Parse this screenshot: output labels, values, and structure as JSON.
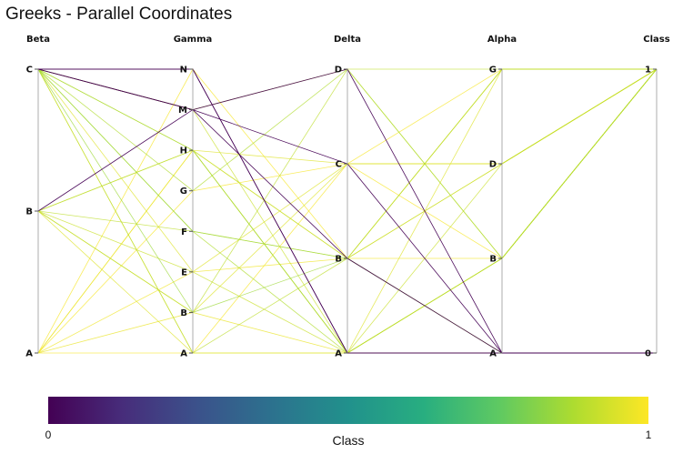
{
  "chart_data": {
    "type": "parallel_coordinates",
    "title": "Greeks - Parallel Coordinates",
    "color_by": "Class",
    "colorbar": {
      "title": "Class",
      "min": 0,
      "max": 1,
      "tick_labels": [
        "0",
        "1"
      ],
      "colormap": "viridis"
    },
    "dimensions": [
      {
        "name": "Beta",
        "categories": [
          "A",
          "B",
          "C"
        ]
      },
      {
        "name": "Gamma",
        "categories": [
          "A",
          "B",
          "E",
          "F",
          "G",
          "H",
          "M",
          "N"
        ]
      },
      {
        "name": "Delta",
        "categories": [
          "A",
          "B",
          "C",
          "D"
        ]
      },
      {
        "name": "Alpha",
        "categories": [
          "A",
          "B",
          "D",
          "G"
        ]
      },
      {
        "name": "Class",
        "categories": [
          "0",
          "1"
        ]
      }
    ],
    "records": [
      {
        "values": [
          "C",
          "N",
          "A",
          "A",
          "0"
        ],
        "class": 0
      },
      {
        "values": [
          "C",
          "M",
          "B",
          "A",
          "0"
        ],
        "class": 0
      },
      {
        "values": [
          "B",
          "M",
          "D",
          "A",
          "0"
        ],
        "class": 0
      },
      {
        "values": [
          "C",
          "M",
          "C",
          "A",
          "0"
        ],
        "class": 0
      },
      {
        "values": [
          "C",
          "N",
          "A",
          "A",
          "0"
        ],
        "class": 0
      },
      {
        "values": [
          "C",
          "M",
          "A",
          "B",
          "1"
        ],
        "class": 0.92
      },
      {
        "values": [
          "C",
          "H",
          "C",
          "D",
          "1"
        ],
        "class": 0.95
      },
      {
        "values": [
          "B",
          "H",
          "B",
          "G",
          "1"
        ],
        "class": 0.9
      },
      {
        "values": [
          "C",
          "F",
          "A",
          "B",
          "1"
        ],
        "class": 0.88
      },
      {
        "values": [
          "B",
          "B",
          "D",
          "B",
          "1"
        ],
        "class": 0.9
      },
      {
        "values": [
          "C",
          "E",
          "C",
          "D",
          "1"
        ],
        "class": 0.95
      },
      {
        "values": [
          "A",
          "H",
          "B",
          "B",
          "1"
        ],
        "class": 0.98
      },
      {
        "values": [
          "C",
          "B",
          "B",
          "A",
          "0"
        ],
        "class": 0.85
      },
      {
        "values": [
          "B",
          "F",
          "B",
          "G",
          "1"
        ],
        "class": 0.9
      },
      {
        "values": [
          "A",
          "A",
          "C",
          "G",
          "1"
        ],
        "class": 0.99
      },
      {
        "values": [
          "C",
          "G",
          "D",
          "B",
          "1"
        ],
        "class": 0.88
      },
      {
        "values": [
          "B",
          "E",
          "A",
          "D",
          "1"
        ],
        "class": 0.92
      },
      {
        "values": [
          "A",
          "H",
          "A",
          "B",
          "1"
        ],
        "class": 0.97
      },
      {
        "values": [
          "C",
          "A",
          "B",
          "D",
          "1"
        ],
        "class": 0.9
      },
      {
        "values": [
          "B",
          "A",
          "A",
          "G",
          "1"
        ],
        "class": 0.95
      },
      {
        "values": [
          "A",
          "G",
          "C",
          "B",
          "1"
        ],
        "class": 0.99
      },
      {
        "values": [
          "C",
          "H",
          "A",
          "A",
          "0"
        ],
        "class": 0.85
      },
      {
        "values": [
          "B",
          "B",
          "C",
          "D",
          "1"
        ],
        "class": 0.95
      },
      {
        "values": [
          "A",
          "E",
          "B",
          "G",
          "1"
        ],
        "class": 0.98
      },
      {
        "values": [
          "C",
          "F",
          "B",
          "A",
          "0"
        ],
        "class": 0.85
      },
      {
        "values": [
          "B",
          "H",
          "A",
          "B",
          "1"
        ],
        "class": 0.92
      },
      {
        "values": [
          "C",
          "A",
          "A",
          "B",
          "1"
        ],
        "class": 0.95
      },
      {
        "values": [
          "A",
          "B",
          "A",
          "A",
          "0"
        ],
        "class": 0.97
      },
      {
        "values": [
          "C",
          "M",
          "D",
          "G",
          "1"
        ],
        "class": 0.9
      },
      {
        "values": [
          "A",
          "N",
          "B",
          "D",
          "1"
        ],
        "class": 0.99
      }
    ]
  }
}
